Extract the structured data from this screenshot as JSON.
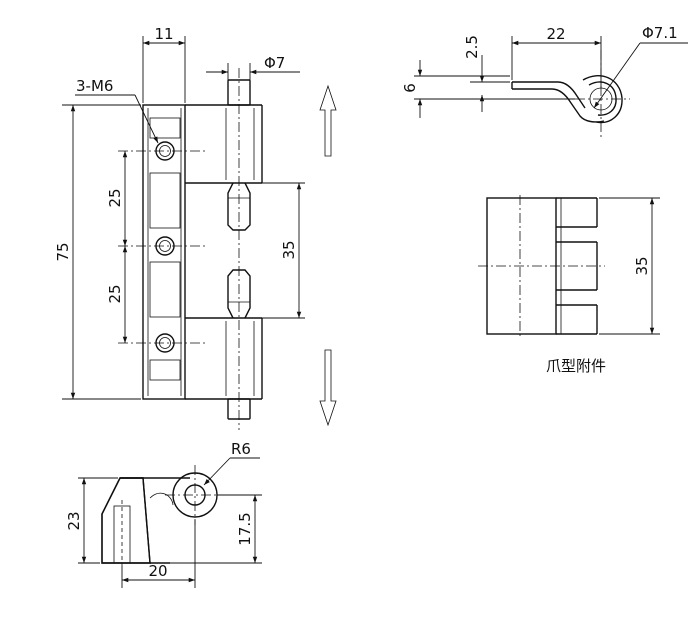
{
  "front_view": {
    "width_11": "11",
    "hole_spec": "3-M6",
    "pin_dia": "Φ7",
    "height_75": "75",
    "pitch_upper": "25",
    "pitch_lower": "25",
    "span_35": "35"
  },
  "side_view": {
    "radius": "R6",
    "height_23": "23",
    "height_17_5": "17.5",
    "width_20": "20"
  },
  "claw_top_view": {
    "length_22": "22",
    "offset_2_5": "2.5",
    "thickness_6": "6",
    "hole_dia": "Φ7.1"
  },
  "claw_front_view": {
    "height_35": "35",
    "caption": "爪型附件"
  }
}
